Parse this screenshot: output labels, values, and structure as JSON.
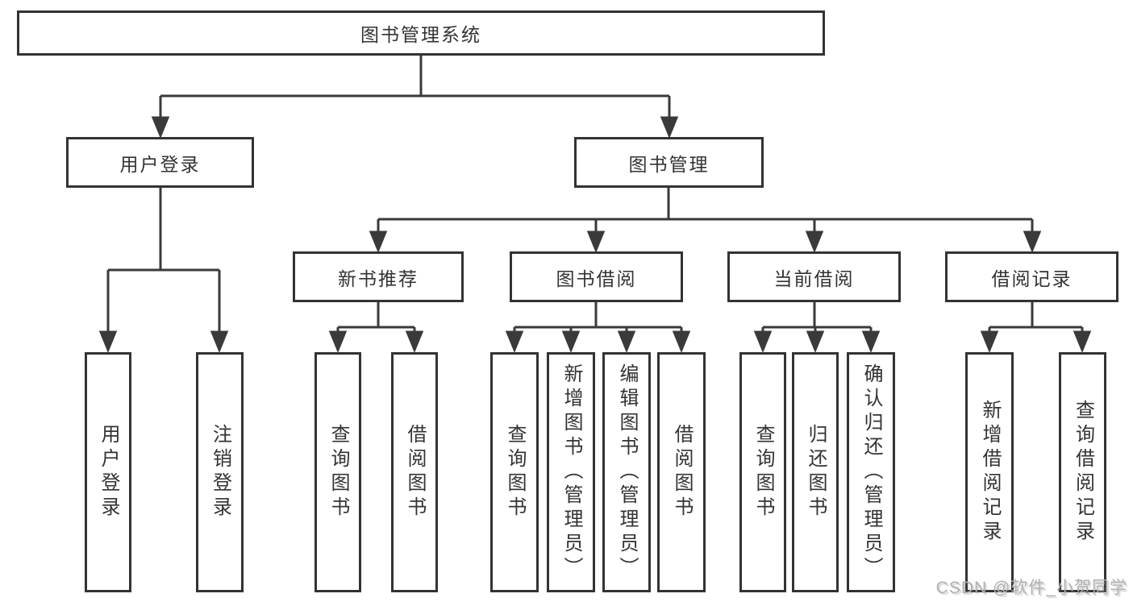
{
  "tree": {
    "label": "图书管理系统",
    "children": [
      {
        "label": "用户登录",
        "children": [
          {
            "label": "用户登录"
          },
          {
            "label": "注销登录"
          }
        ]
      },
      {
        "label": "图书管理",
        "children": [
          {
            "label": "新书推荐",
            "children": [
              {
                "label": "查询图书"
              },
              {
                "label": "借阅图书"
              }
            ]
          },
          {
            "label": "图书借阅",
            "children": [
              {
                "label": "查询图书"
              },
              {
                "label": "新增图书（管理员）"
              },
              {
                "label": "编辑图书（管理员）"
              },
              {
                "label": "借阅图书"
              }
            ]
          },
          {
            "label": "当前借阅",
            "children": [
              {
                "label": "查询图书"
              },
              {
                "label": "归还图书"
              },
              {
                "label": "确认归还（管理员）"
              }
            ]
          },
          {
            "label": "借阅记录",
            "children": [
              {
                "label": "新增借阅记录"
              },
              {
                "label": "查询借阅记录"
              }
            ]
          }
        ]
      }
    ]
  },
  "watermark": {
    "text": "CSDN @软件_小贺同学"
  },
  "colors": {
    "line": "#3a3a3a",
    "border": "#333333",
    "text": "#333333",
    "watermark": "#b0b0b0",
    "background": "#ffffff"
  }
}
